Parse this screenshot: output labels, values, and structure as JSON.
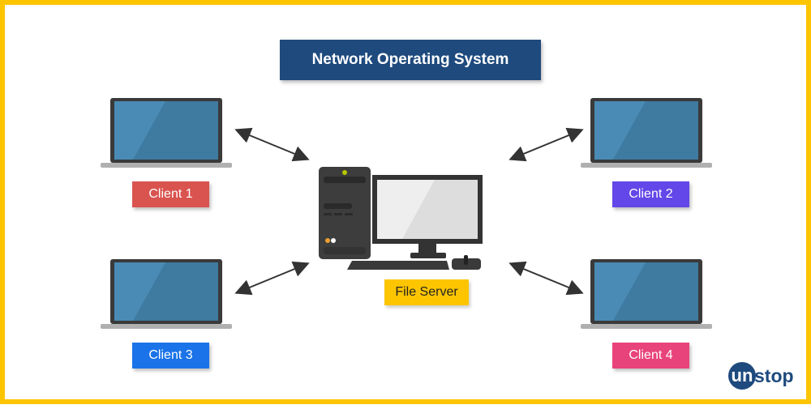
{
  "title": "Network Operating System",
  "server": {
    "label": "File Server",
    "color": "#fdc500"
  },
  "clients": [
    {
      "label": "Client 1",
      "color": "#d9534f"
    },
    {
      "label": "Client 2",
      "color": "#6347e8"
    },
    {
      "label": "Client 3",
      "color": "#1a73e8"
    },
    {
      "label": "Client 4",
      "color": "#e8437a"
    }
  ],
  "logo": {
    "first": "un",
    "rest": "stop"
  },
  "colors": {
    "frame": "#fdc500",
    "title_bg": "#1e4a7e",
    "screen": "#4a8bb5",
    "bezel": "#3a3a3a"
  }
}
